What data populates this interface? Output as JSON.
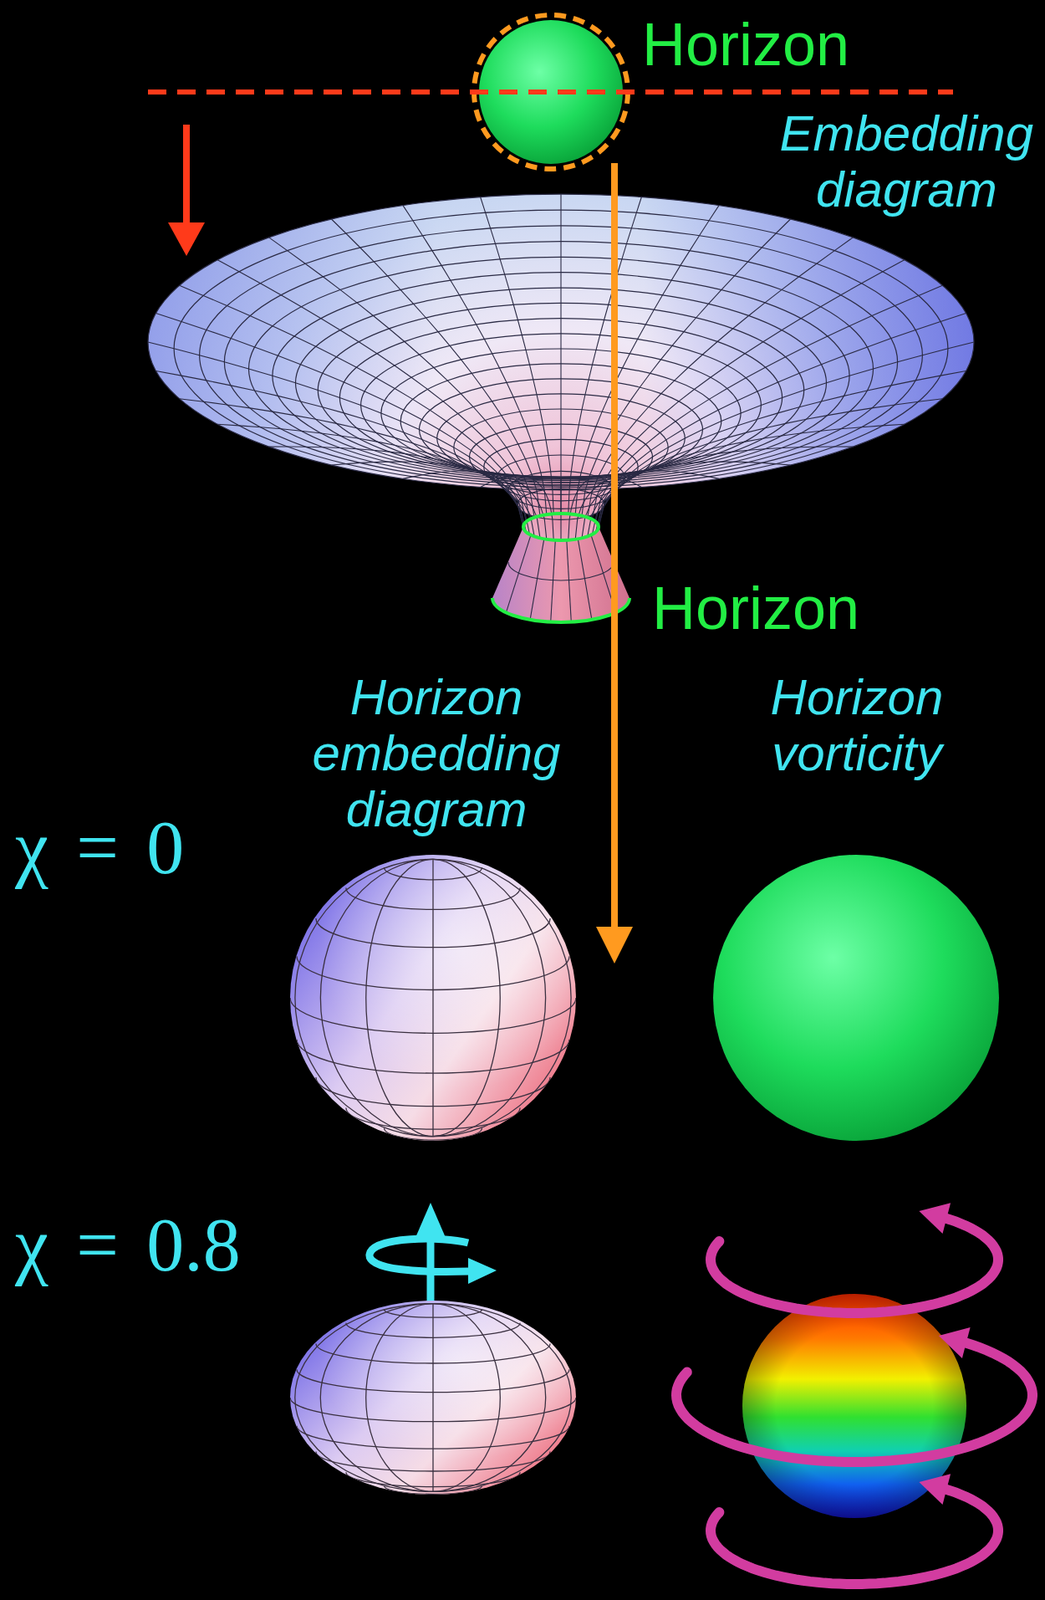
{
  "diagram": {
    "labels": [
      "Horizon",
      "Embedding diagram",
      "Horizon",
      "Horizon embedding diagram",
      "Horizon vorticity",
      "χ = 0",
      "χ = 0.8"
    ]
  }
}
